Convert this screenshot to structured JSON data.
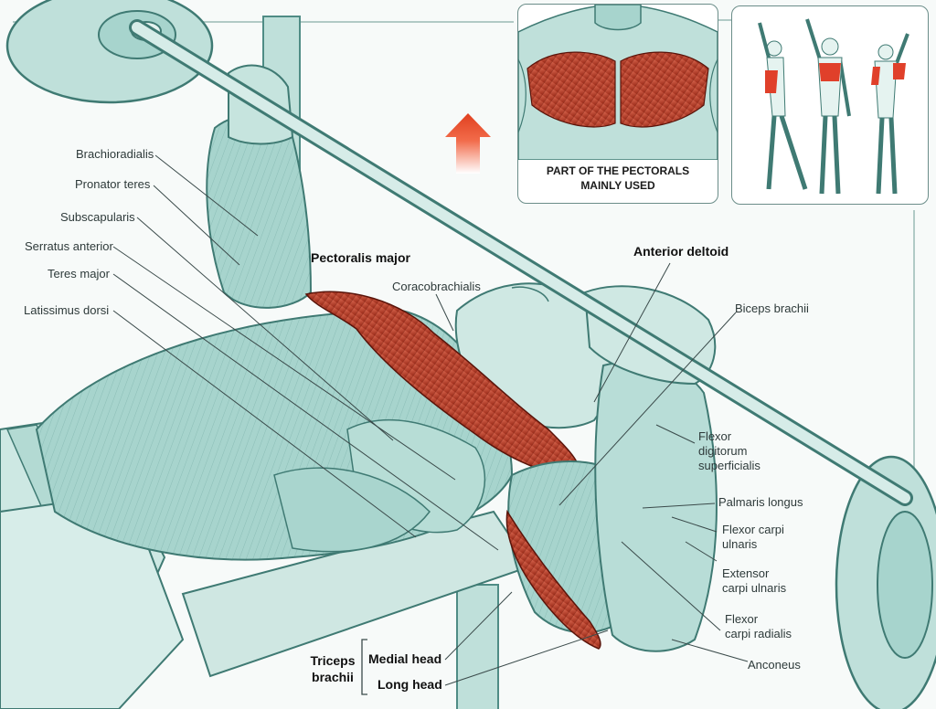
{
  "inset_chest": {
    "caption_line1": "PART OF THE PECTORALS",
    "caption_line2": "MAINLY USED"
  },
  "labels": {
    "brachioradialis": "Brachioradialis",
    "pronator_teres": "Pronator teres",
    "subscapularis": "Subscapularis",
    "serratus_anterior": "Serratus anterior",
    "teres_major": "Teres major",
    "latissimus_dorsi": "Latissimus dorsi",
    "pectoralis_major": "Pectoralis major",
    "coracobrachialis": "Coracobrachialis",
    "anterior_deltoid": "Anterior deltoid",
    "biceps_brachii": "Biceps brachii",
    "flexor_digitorum_1": "Flexor",
    "flexor_digitorum_2": "digitorum",
    "flexor_digitorum_3": "superficialis",
    "palmaris_longus": "Palmaris longus",
    "flexor_carpi_ulnaris_1": "Flexor carpi",
    "flexor_carpi_ulnaris_2": "ulnaris",
    "extensor_carpi_ulnaris_1": "Extensor",
    "extensor_carpi_ulnaris_2": "carpi ulnaris",
    "flexor_carpi_radialis_1": "Flexor",
    "flexor_carpi_radialis_2": "carpi radialis",
    "anconeus": "Anconeus",
    "triceps_1": "Triceps",
    "triceps_2": "brachii",
    "medial_head": "Medial head",
    "long_head": "Long head"
  },
  "colors": {
    "muscle_teal": "#9fcfc8",
    "muscle_teal_dark": "#4f8c85",
    "highlight_red": "#c0432e",
    "highlight_red_dark": "#7a1f12",
    "arrow_red": "#e8482a"
  }
}
